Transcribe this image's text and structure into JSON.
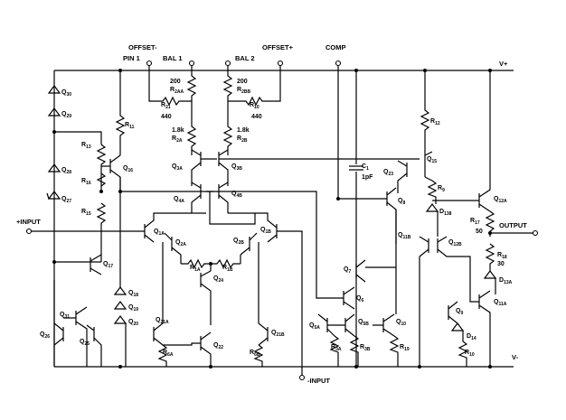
{
  "pins": {
    "offset_minus_line1": "OFFSET-",
    "offset_minus_line2": "PIN 1",
    "bal1": "BAL 1",
    "bal2": "BAL 2",
    "offset_plus": "OFFSET+",
    "comp": "COMP",
    "vplus": "V+",
    "vminus": "V-",
    "input_plus": "+INPUT",
    "input_minus": "-INPUT",
    "output": "OUTPUT"
  },
  "components": {
    "Q30": {
      "main": "Q",
      "sub": "30"
    },
    "Q29": {
      "main": "Q",
      "sub": "29"
    },
    "Q28": {
      "main": "Q",
      "sub": "28"
    },
    "Q27": {
      "main": "Q",
      "sub": "27"
    },
    "Q16": {
      "main": "Q",
      "sub": "16"
    },
    "Q17": {
      "main": "Q",
      "sub": "17"
    },
    "Q18": {
      "main": "Q",
      "sub": "18"
    },
    "Q19": {
      "main": "Q",
      "sub": "19"
    },
    "Q20": {
      "main": "Q",
      "sub": "20"
    },
    "Q31": {
      "main": "Q",
      "sub": "31"
    },
    "Q26": {
      "main": "Q",
      "sub": "26"
    },
    "Q25": {
      "main": "Q",
      "sub": "25"
    },
    "Q1A": {
      "main": "Q",
      "sub": "1A"
    },
    "Q2A": {
      "main": "Q",
      "sub": "2A"
    },
    "Q1B": {
      "main": "Q",
      "sub": "1B"
    },
    "Q2B": {
      "main": "Q",
      "sub": "2B"
    },
    "Q3A": {
      "main": "Q",
      "sub": "3A"
    },
    "Q3B": {
      "main": "Q",
      "sub": "3B"
    },
    "Q4A": {
      "main": "Q",
      "sub": "4A"
    },
    "Q4B": {
      "main": "Q",
      "sub": "4B"
    },
    "Q24": {
      "main": "Q",
      "sub": "24"
    },
    "Q21A": {
      "main": "Q",
      "sub": "21A"
    },
    "Q21B": {
      "main": "Q",
      "sub": "21B"
    },
    "Q22": {
      "main": "Q",
      "sub": "22"
    },
    "Q23": {
      "main": "Q",
      "sub": "23"
    },
    "Q15": {
      "main": "Q",
      "sub": "15"
    },
    "Q8": {
      "main": "Q",
      "sub": "8"
    },
    "Q11B": {
      "main": "Q",
      "sub": "11B"
    },
    "Q12B": {
      "main": "Q",
      "sub": "12B"
    },
    "Q12A": {
      "main": "Q",
      "sub": "12A"
    },
    "Q7": {
      "main": "Q",
      "sub": "7"
    },
    "Q6": {
      "main": "Q",
      "sub": "6"
    },
    "Q5A": {
      "main": "Q",
      "sub": "5A"
    },
    "Q5B": {
      "main": "Q",
      "sub": "5B"
    },
    "Q10": {
      "main": "Q",
      "sub": "10"
    },
    "Q9": {
      "main": "Q",
      "sub": "9"
    },
    "Q11A": {
      "main": "Q",
      "sub": "11A"
    },
    "R11": {
      "main": "R",
      "sub": "11"
    },
    "R13": {
      "main": "R",
      "sub": "13"
    },
    "R16": {
      "main": "R",
      "sub": "16"
    },
    "R15": {
      "main": "R",
      "sub": "15"
    },
    "R21": {
      "main": "R",
      "sub": "21"
    },
    "R10": {
      "main": "R",
      "sub": "10"
    },
    "R2A": {
      "main": "R",
      "sub": "2A"
    },
    "R2B": {
      "main": "R",
      "sub": "2B"
    },
    "R2AA": {
      "main": "R",
      "sub": "2AA"
    },
    "R2BB": {
      "main": "R",
      "sub": "2BB"
    },
    "R1A": {
      "main": "R",
      "sub": "1A"
    },
    "R1B": {
      "main": "R",
      "sub": "1B"
    },
    "R6A": {
      "main": "R",
      "sub": "6A"
    },
    "R6B": {
      "main": "R",
      "sub": "6B"
    },
    "R12": {
      "main": "R",
      "sub": "12"
    },
    "R9": {
      "main": "R",
      "sub": "9"
    },
    "R17": {
      "main": "R",
      "sub": "17"
    },
    "R18": {
      "main": "R",
      "sub": "18"
    },
    "R3A": {
      "main": "R",
      "sub": "3A"
    },
    "R3B": {
      "main": "R",
      "sub": "3B"
    },
    "R19": {
      "main": "R",
      "sub": "19"
    },
    "R10B": {
      "main": "R",
      "sub": "10"
    },
    "D138": {
      "main": "D",
      "sub": "138"
    },
    "D13A": {
      "main": "D",
      "sub": "13A"
    },
    "D14": {
      "main": "D",
      "sub": "14"
    },
    "C1": {
      "main": "C",
      "sub": "1"
    }
  },
  "values": {
    "r2aa": "200",
    "r2bb": "200",
    "r21": "440",
    "r10": "440",
    "r2a": "1.8k",
    "r2b": "1.8k",
    "c1": "1pF",
    "r17": "50",
    "r18": "30"
  }
}
